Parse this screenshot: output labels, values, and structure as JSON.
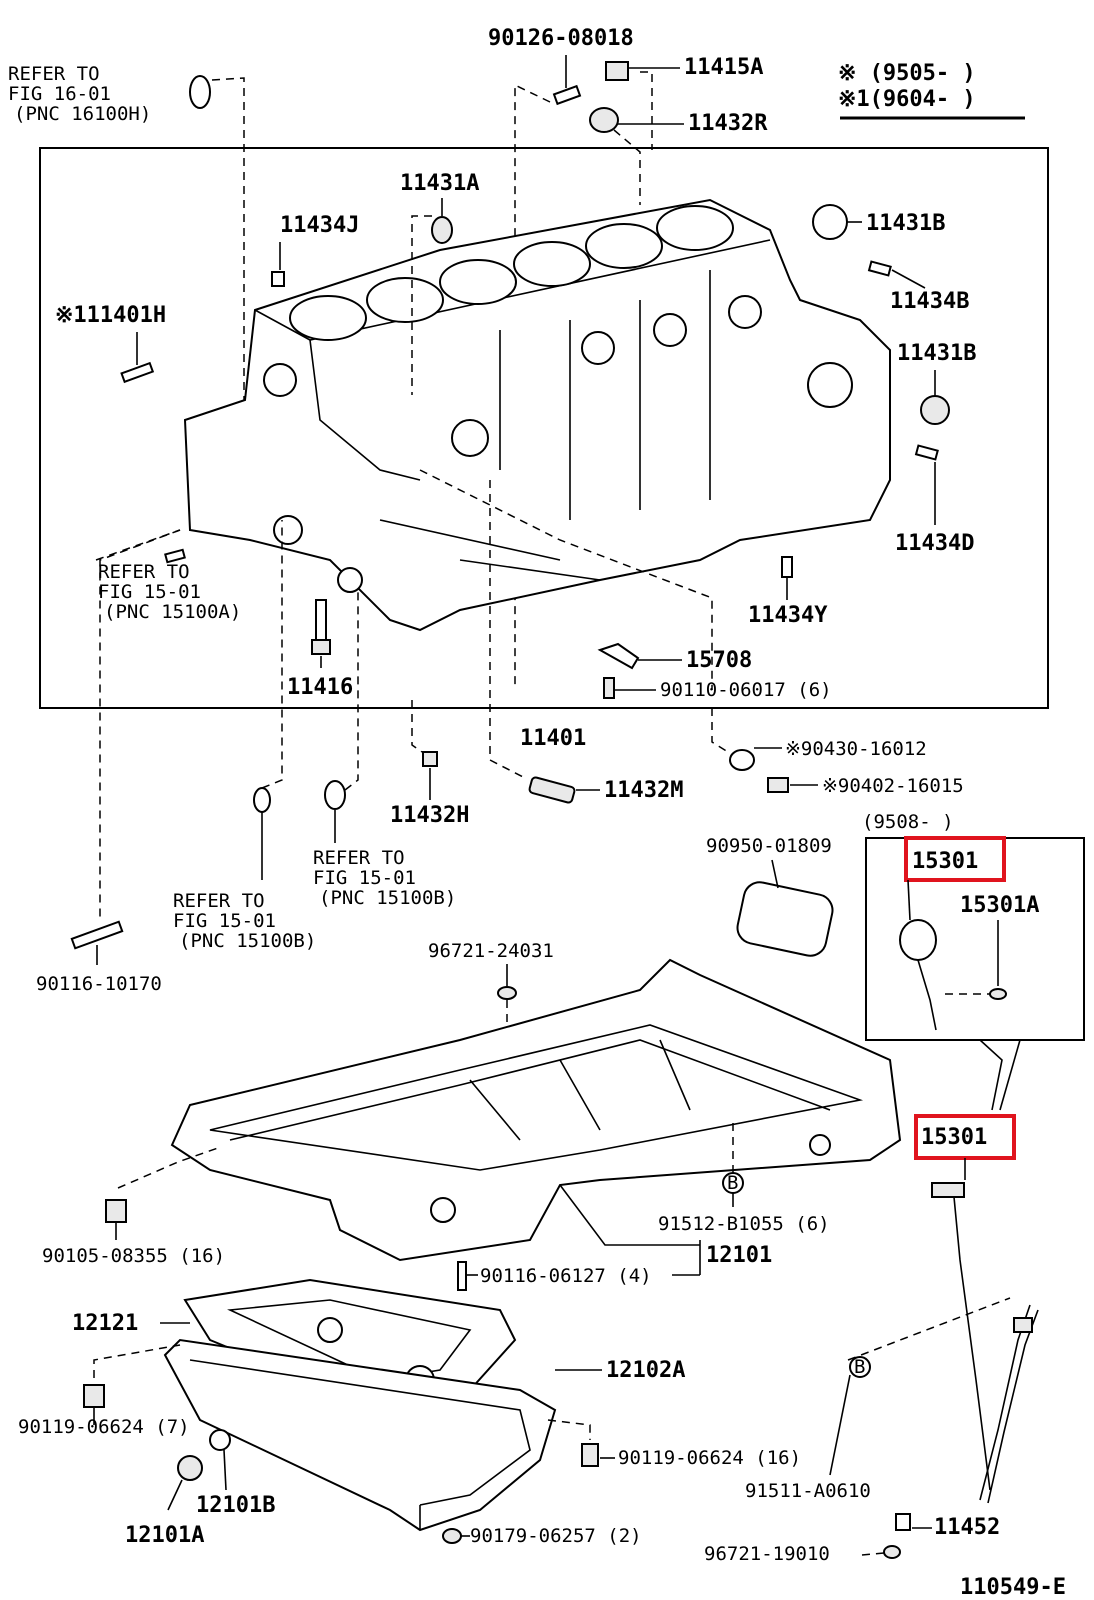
{
  "header": {
    "legend_line1": "※ (9505-      )",
    "legend_line2": "※1(9604-      )"
  },
  "refs": {
    "fig16": [
      "REFER TO",
      "FIG 16-01",
      "(PNC 16100H)"
    ],
    "fig15a": [
      "REFER TO",
      "FIG 15-01",
      "(PNC 15100A)"
    ],
    "fig15b_right": [
      "REFER TO",
      "FIG 15-01",
      "(PNC 15100B)"
    ],
    "fig15b_left": [
      "REFER TO",
      "FIG 15-01",
      "(PNC 15100B)"
    ]
  },
  "parts": {
    "p90126_08018": "90126-08018",
    "p11415A": "11415A",
    "p11432R": "11432R",
    "p11431A": "11431A",
    "p11434J": "11434J",
    "p11431B_top": "11431B",
    "p11434B": "11434B",
    "p11401H": "※111401H",
    "p11431B_mid": "11431B",
    "p11434D": "11434D",
    "p11434Y": "11434Y",
    "p15708": "15708",
    "p90110_06017": "90110-06017 (6)",
    "p11416": "11416",
    "p11401": "11401",
    "p90430_16012": "※90430-16012",
    "p11432M": "11432M",
    "p90402_16015": "※90402-16015",
    "p11432H": "11432H",
    "p9508": "(9508-      )",
    "p90950_01809": "90950-01809",
    "p15301_box": "15301",
    "p15301A": "15301A",
    "p96721_24031": "96721-24031",
    "p90116_10170": "90116-10170",
    "p15301": "15301",
    "p90105_08355": "90105-08355 (16)",
    "p91512_B1055": "91512-B1055 (6)",
    "p12101": "12101",
    "p90116_06127": "90116-06127 (4)",
    "p12121": "12121",
    "p12102A": "12102A",
    "p90119_06624_left": "90119-06624 (7)",
    "p90119_06624_right": "90119-06624 (16)",
    "p91511_A0610": "91511-A0610",
    "p12101B": "12101B",
    "p12101A": "12101A",
    "p90179_06257": "90179-06257 (2)",
    "p11452": "11452",
    "p96721_19010": "96721-19010",
    "marker_b": "B"
  },
  "footer": {
    "code": "110549-E"
  },
  "colors": {
    "highlight": "#e0141e",
    "line": "#000000"
  }
}
